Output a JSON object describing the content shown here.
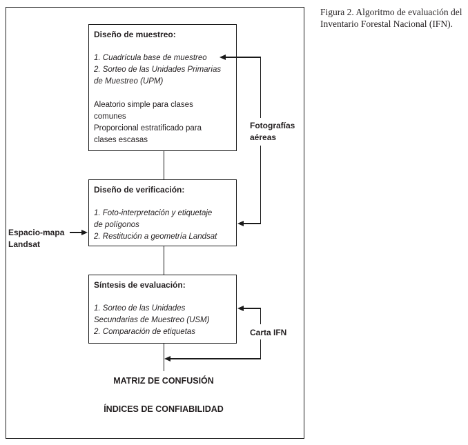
{
  "caption": {
    "line1": "Figura 2. Algoritmo de evaluación del",
    "line2": "Inventario Forestal Nacional (IFN)."
  },
  "diagram": {
    "boxes": [
      {
        "title": "Diseño de muestreo:",
        "items": [
          "1. Cuadrícula base de muestreo",
          "2. Sorteo de las Unidades Primarias",
          "de Muestreo (UPM)"
        ],
        "notes": [
          "Aleatorio simple para clases",
          "comunes",
          "Proporcional estratificado para",
          "clases escasas"
        ]
      },
      {
        "title": "Diseño de verificación:",
        "items": [
          "1. Foto-interpretación y etiquetaje",
          "de polígonos",
          "2. Restitución a geometría Landsat"
        ]
      },
      {
        "title": "Síntesis de evaluación:",
        "items": [
          "1. Sorteo de las Unidades",
          "Secundarias de Muestreo (USM)",
          "2. Comparación de etiquetas"
        ]
      }
    ],
    "labels": {
      "photos": [
        "Fotografías",
        "aéreas"
      ],
      "spacemap": [
        "Espacio-mapa",
        "Landsat"
      ],
      "carta": "Carta IFN"
    },
    "outputs": {
      "matrix": "MATRIZ DE CONFUSIÓN",
      "indices": "ÍNDICES DE CONFIABILIDAD"
    },
    "colors": {
      "line": "#1a1a1a",
      "text": "#231f20",
      "background": "#ffffff"
    }
  }
}
